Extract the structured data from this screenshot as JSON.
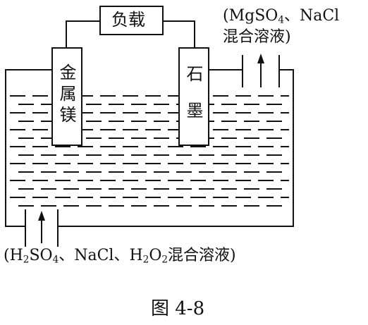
{
  "figure": {
    "load_label": "负载",
    "left_electrode_label": "金属镁",
    "right_electrode_label": "石墨",
    "outlet_label": {
      "open": "(",
      "mg": "MgSO",
      "sub4": "4",
      "rest": "、NaCl",
      "line2": "混合溶液)"
    },
    "inlet_label": {
      "open": "(H",
      "sub2a": "2",
      "so": "SO",
      "sub4": "4",
      "nacl": "、NaCl、H",
      "sub2b": "2",
      "o": "O",
      "sub2c": "2",
      "tail": "混合溶液)"
    },
    "caption": "图 4-8"
  },
  "colors": {
    "ink": "#111111",
    "background": "#ffffff"
  }
}
